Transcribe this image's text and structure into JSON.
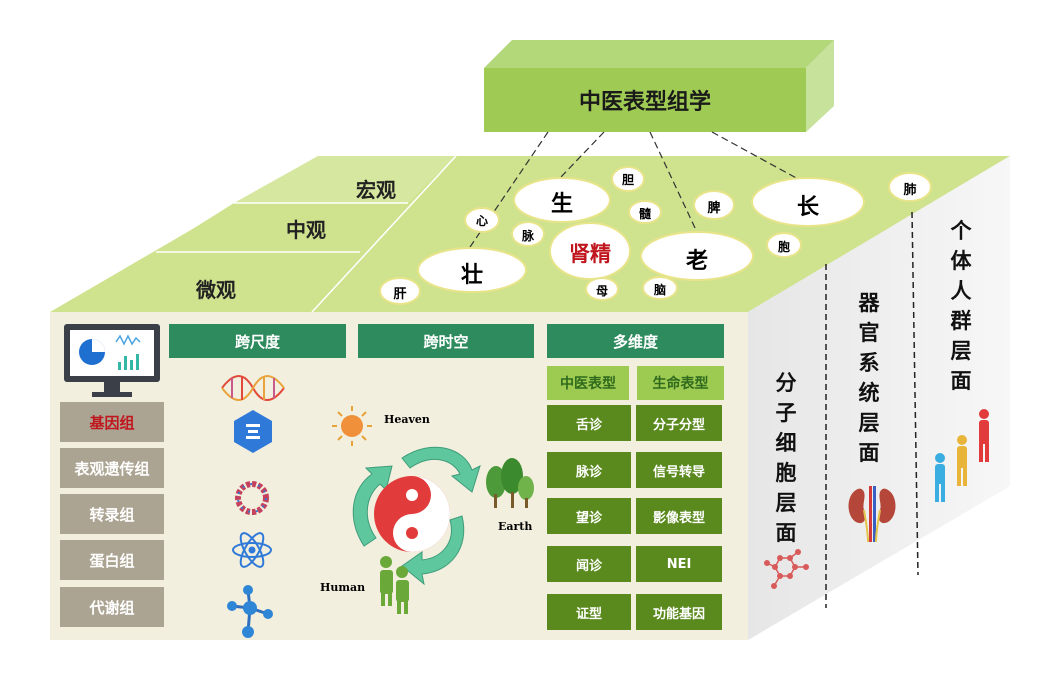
{
  "title": "中医表型组学",
  "scales": {
    "macro": "宏观",
    "meso": "中观",
    "micro": "微观"
  },
  "life_stages": {
    "sheng": "生",
    "zhang": "长",
    "zhuang": "壮",
    "lao": "老",
    "center": "肾精"
  },
  "organs": {
    "dan": "胆",
    "xin": "心",
    "sui": "髓",
    "pi": "脾",
    "fei": "肺",
    "mai": "脉",
    "bao": "胞",
    "gan": "肝",
    "mu": "母",
    "nao": "脑"
  },
  "headers": {
    "cross_scale": "跨尺度",
    "cross_time": "跨时空",
    "multi_dim": "多维度"
  },
  "omics": [
    "基因组",
    "表观遗传组",
    "转录组",
    "蛋白组",
    "代谢组"
  ],
  "subheaders": {
    "tcm": "中医表型",
    "life": "生命表型"
  },
  "pairs": [
    {
      "left": "舌诊",
      "right": "分子分型"
    },
    {
      "left": "脉诊",
      "right": "信号转导"
    },
    {
      "left": "望诊",
      "right": "影像表型"
    },
    {
      "left": "闻诊",
      "right": "NEI"
    },
    {
      "left": "证型",
      "right": "功能基因"
    }
  ],
  "cycle": {
    "heaven": "Heaven",
    "earth": "Earth",
    "human": "Human"
  },
  "levels": {
    "molecular": "分子细胞层面",
    "organ": "器官系统层面",
    "population": "个体人群层面"
  },
  "colors": {
    "green_dark": "#2e8b5e",
    "green_cell": "#5a8a1e",
    "green_light": "#9dcb52",
    "top_face": "#cfe28e",
    "accent_red": "#c0171f"
  }
}
